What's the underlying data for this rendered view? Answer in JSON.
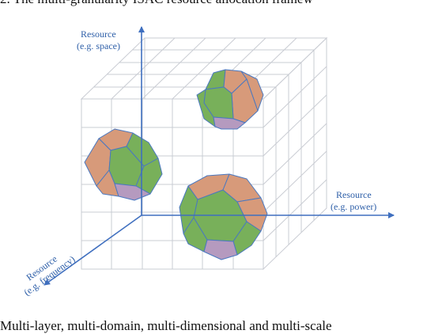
{
  "caption_top": "2.  The multi-granularity ISAC resource allocation framew",
  "caption_bottom": "Multi-layer, multi-domain, multi-dimensional and multi-scale",
  "axes": {
    "space": {
      "line1": "Resource",
      "line2": "(e.g. space)"
    },
    "power": {
      "line1": "Resource",
      "line2": "(e.g. power)"
    },
    "frequency": {
      "line1": "Resource",
      "line2": "(e.g. frequency)"
    }
  },
  "colors": {
    "axis": "#3f6fbf",
    "grid": "#c9ccd3",
    "green": "#78b05a",
    "orange": "#d79a7a",
    "purple": "#b59abf",
    "edge": "#4a78c0"
  }
}
